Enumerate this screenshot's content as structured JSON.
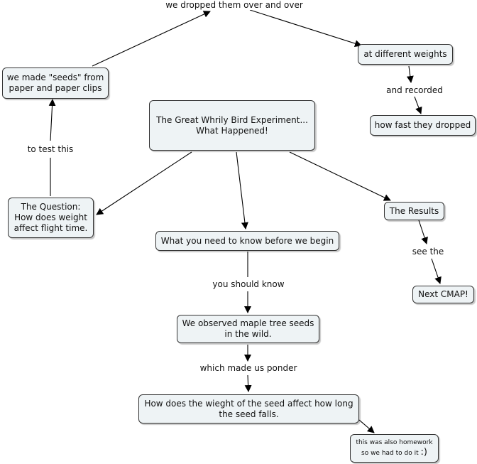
{
  "nodes": {
    "seeds": "we made \"seeds\" from\npaper and paper clips",
    "weights": "at different weights",
    "fast": "how fast they dropped",
    "main": "The Great Whrily Bird Experiment...\nWhat Happened!",
    "question": "The Question:\n How does weight\naffect flight time.",
    "results": "The Results",
    "need": "What you need to know before we begin",
    "cmap": "Next CMAP!",
    "observed": "We observed maple tree seeds\nin the wild.",
    "how": "How does the wieght of the seed affect how long\nthe seed falls.",
    "homework_line1": "this was also homework",
    "homework_line2": "so we had to do it",
    "homework_smile": ":)"
  },
  "links": {
    "dropped": "we dropped them over and over",
    "recorded": "and recorded",
    "test": "to test this",
    "see": "see the",
    "should": "you should know",
    "ponder": "which made us ponder"
  },
  "colors": {
    "node_fill": "#eef3f5",
    "border": "#333333",
    "line": "#000000"
  }
}
